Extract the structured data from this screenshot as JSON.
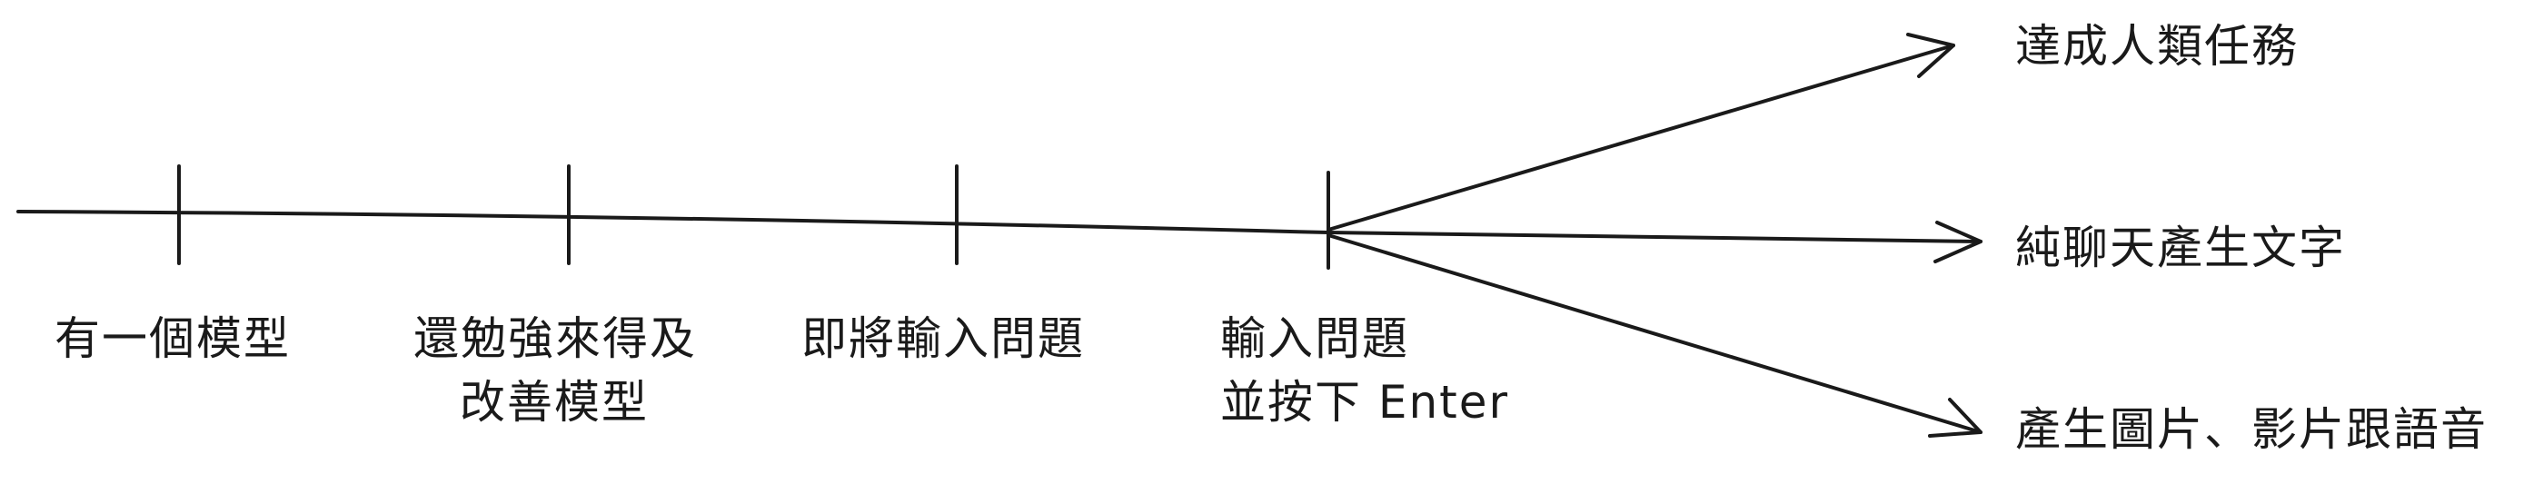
{
  "timeline": {
    "ticks": [
      {
        "id": "has-model",
        "lines": [
          "有一個模型"
        ]
      },
      {
        "id": "can-improve-model",
        "lines": [
          "還勉強來得及",
          "改善模型"
        ]
      },
      {
        "id": "about-to-input",
        "lines": [
          "即將輸入問題"
        ]
      },
      {
        "id": "input-and-enter",
        "lines": [
          "輸入問題",
          "並按下 Enter"
        ]
      }
    ],
    "outcomes": [
      {
        "id": "human-task",
        "label": "達成人類任務"
      },
      {
        "id": "chat-text",
        "label": "純聊天產生文字"
      },
      {
        "id": "media",
        "label": "產生圖片、影片跟語音"
      }
    ]
  }
}
